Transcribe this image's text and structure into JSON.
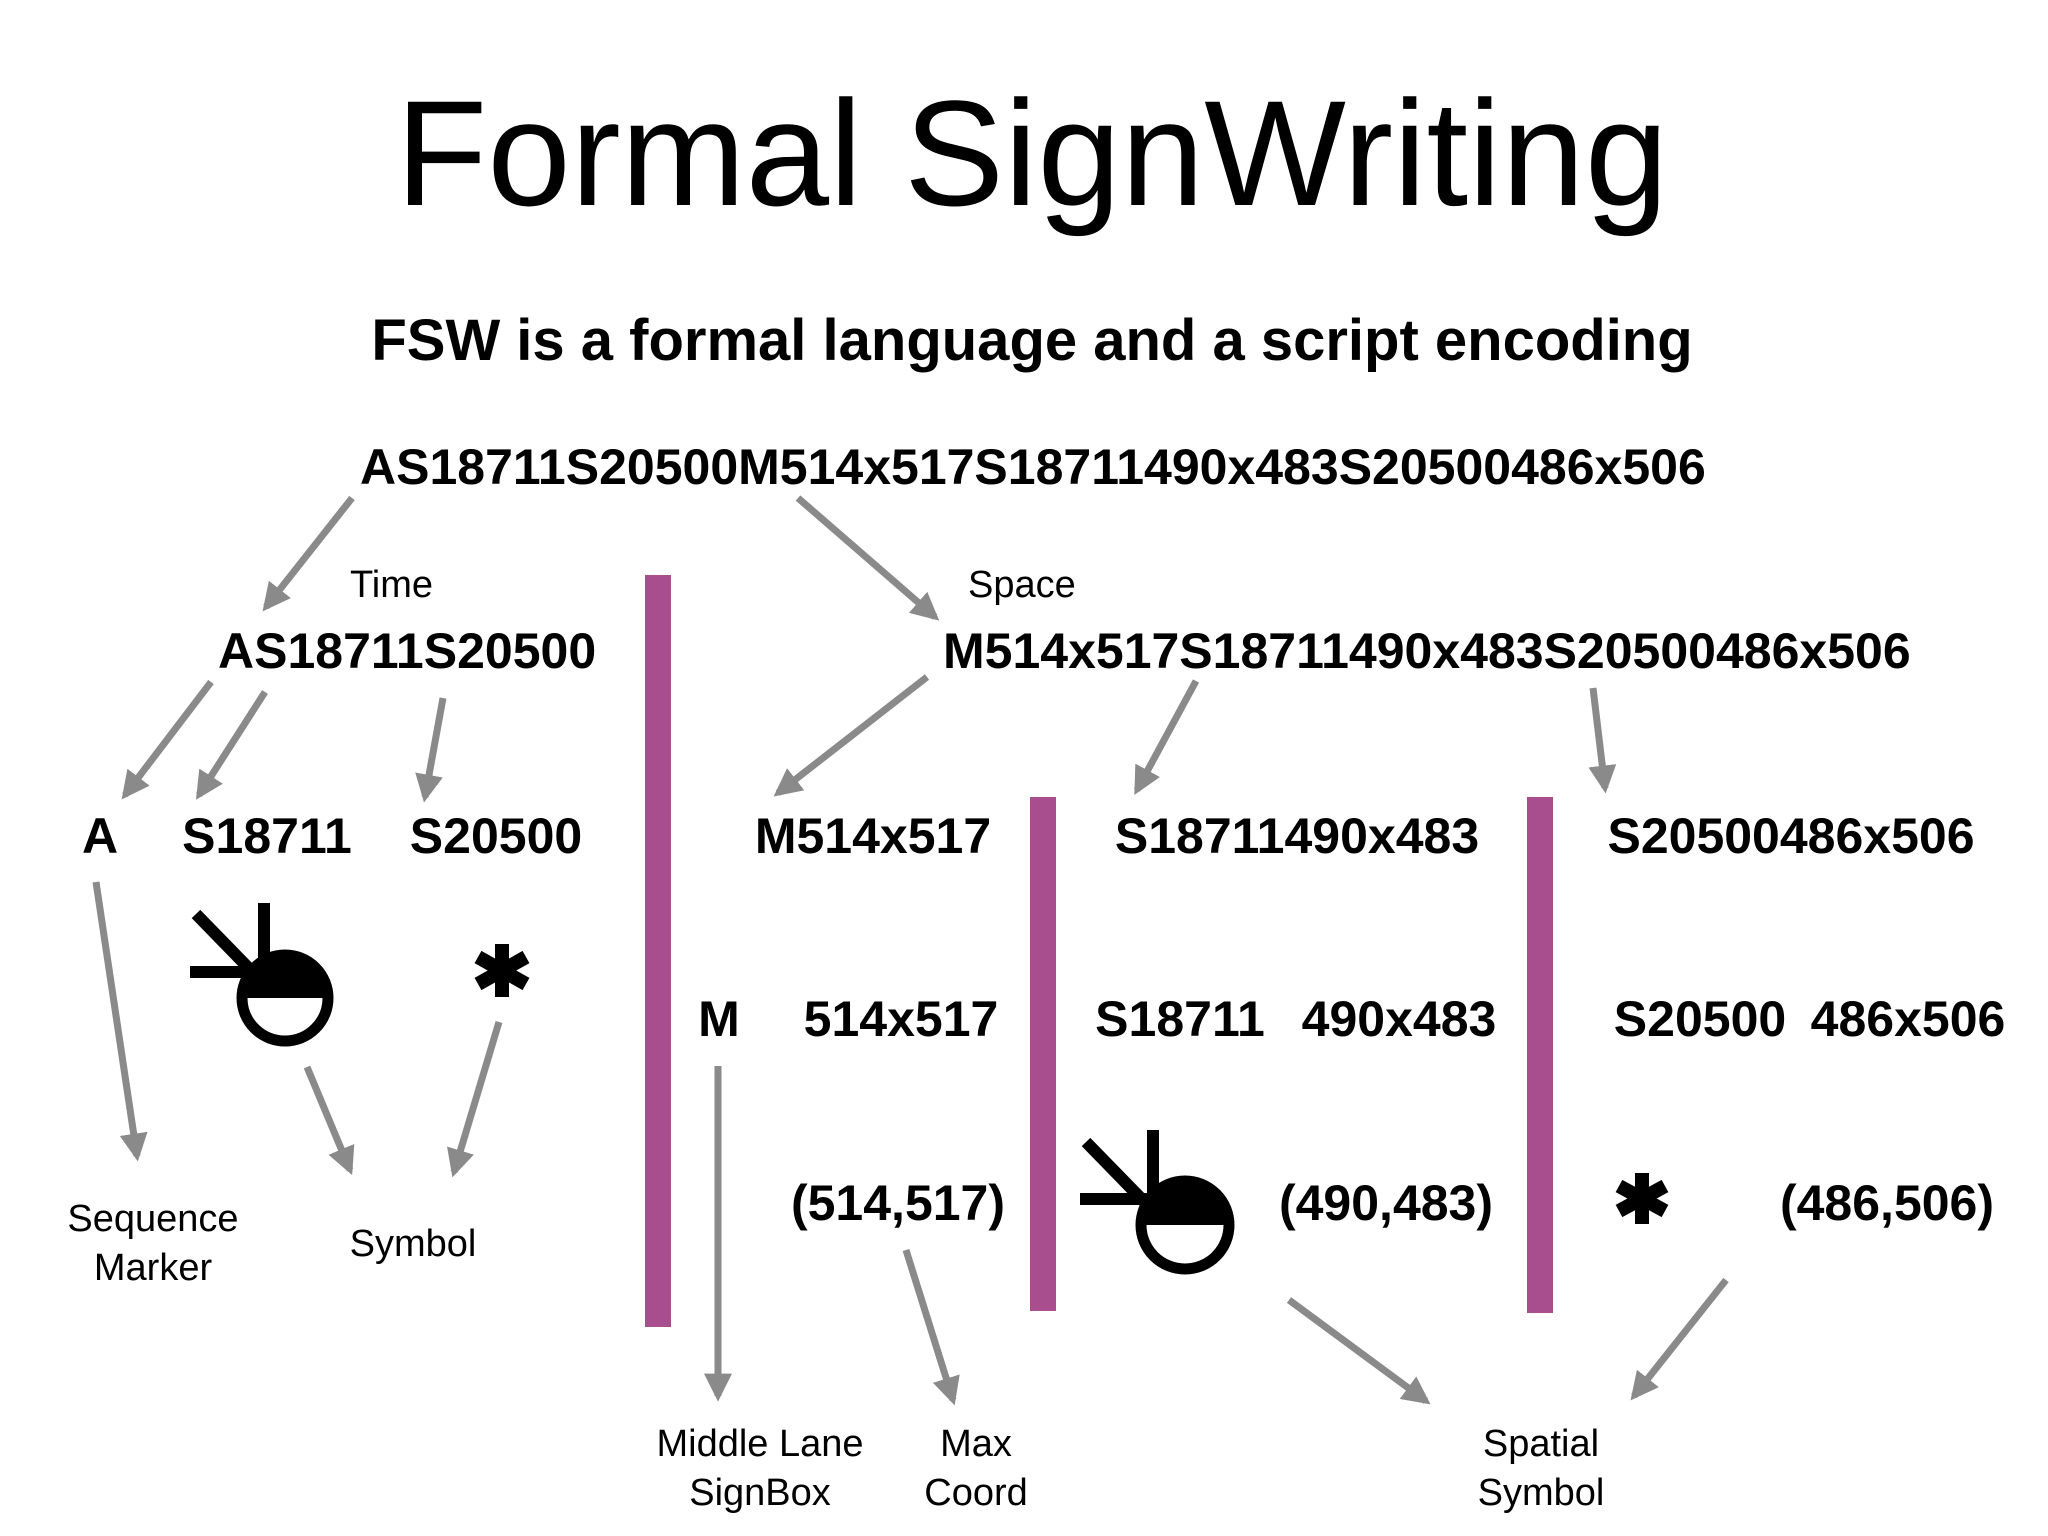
{
  "title": "Formal SignWriting",
  "subtitle": "FSW is a formal language and a script encoding",
  "full_string": "AS18711S20500M514x517S18711490x483S20500486x506",
  "time": {
    "label": "Time",
    "string": "AS18711S20500",
    "marker": "A",
    "symbol1": "S18711",
    "symbol2": "S20500"
  },
  "space": {
    "label": "Space",
    "string": "M514x517S18711490x483S20500486x506",
    "box": {
      "code": "M514x517",
      "lane": "M",
      "coord": "514x517",
      "point": "(514,517)"
    },
    "sym1": {
      "code": "S18711490x483",
      "key": "S18711",
      "coord": "490x483",
      "point": "(490,483)"
    },
    "sym2": {
      "code": "S20500486x506",
      "key": "S20500",
      "coord": "486x506",
      "point": "(486,506)"
    }
  },
  "labels": {
    "sequence_marker": [
      "Sequence",
      "Marker"
    ],
    "symbol": "Symbol",
    "middle_lane_signbox": [
      "Middle Lane",
      "SignBox"
    ],
    "max_coord": [
      "Max",
      "Coord"
    ],
    "spatial_symbol": [
      "Spatial",
      "Symbol"
    ]
  },
  "colors": {
    "divider": "#a84e8e",
    "arrow": "#8a8a8a",
    "text": "#000000"
  },
  "icons": [
    "hand-symbol-icon",
    "asterisk-symbol-icon"
  ]
}
